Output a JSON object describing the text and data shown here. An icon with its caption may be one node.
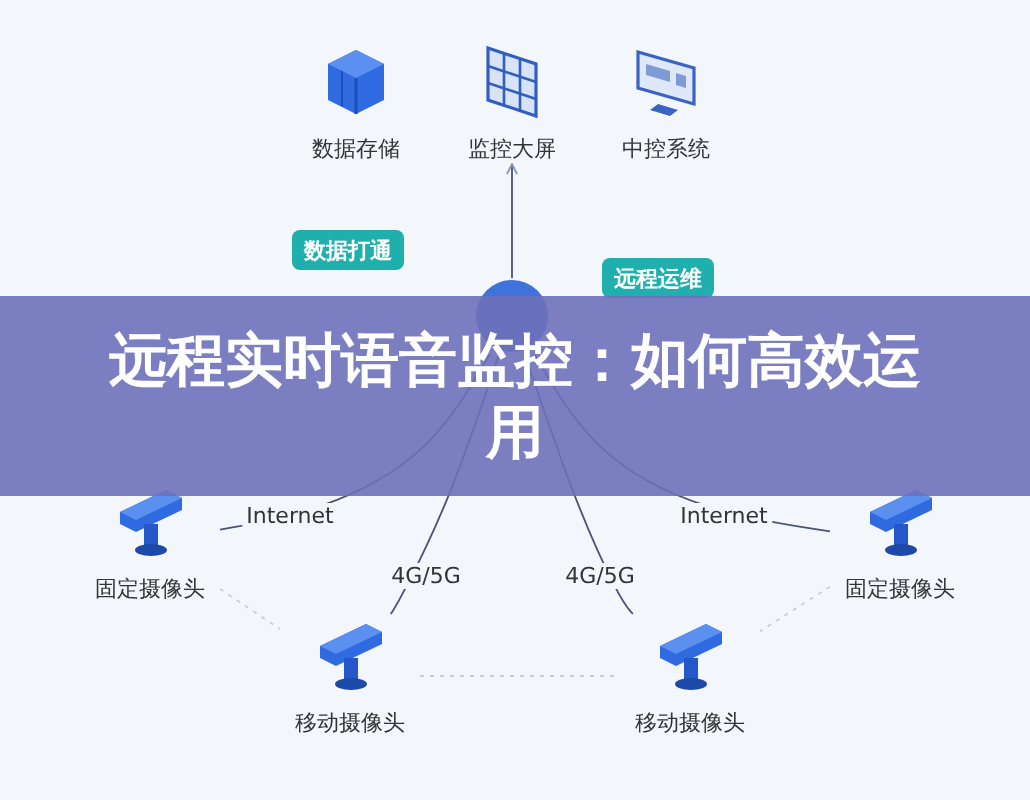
{
  "diagram": {
    "title": "远程实时语音监控：如何高效运用",
    "nodes": [
      {
        "text": [
          "数据存储"
        ]
      },
      {
        "text": [
          "监控大屏"
        ]
      },
      {
        "text": [
          "中控系统"
        ]
      },
      {
        "text": [
          "数据打通"
        ]
      },
      {
        "text": [
          "远程运维"
        ]
      },
      {
        "text": [],
        "shape": "circle"
      },
      {
        "text": [
          "固定摄像头"
        ]
      },
      {
        "text": [
          "移动摄像头"
        ]
      },
      {
        "text": [
          "移动摄像头"
        ]
      },
      {
        "text": [
          "固定摄像头"
        ]
      }
    ],
    "edges": [
      {
        "from": 5,
        "to": 1,
        "arrow": "to"
      },
      {
        "from": 5,
        "to": 6,
        "arrow": "none",
        "label": "Internet"
      },
      {
        "from": 5,
        "to": 7,
        "arrow": "none",
        "label": "4G/5G"
      },
      {
        "from": 5,
        "to": 8,
        "arrow": "none",
        "label": "4G/5G"
      },
      {
        "from": 5,
        "to": 9,
        "arrow": "none",
        "label": "Internet"
      },
      {
        "from": 6,
        "to": 7,
        "arrow": "none",
        "style": "dashed",
        "color": "#c3cedb"
      },
      {
        "from": 7,
        "to": 8,
        "arrow": "none",
        "style": "dashed",
        "color": "#c3cedb"
      },
      {
        "from": 9,
        "to": 8,
        "arrow": "none",
        "style": "dashed",
        "color": "#c3cedb"
      }
    ]
  }
}
